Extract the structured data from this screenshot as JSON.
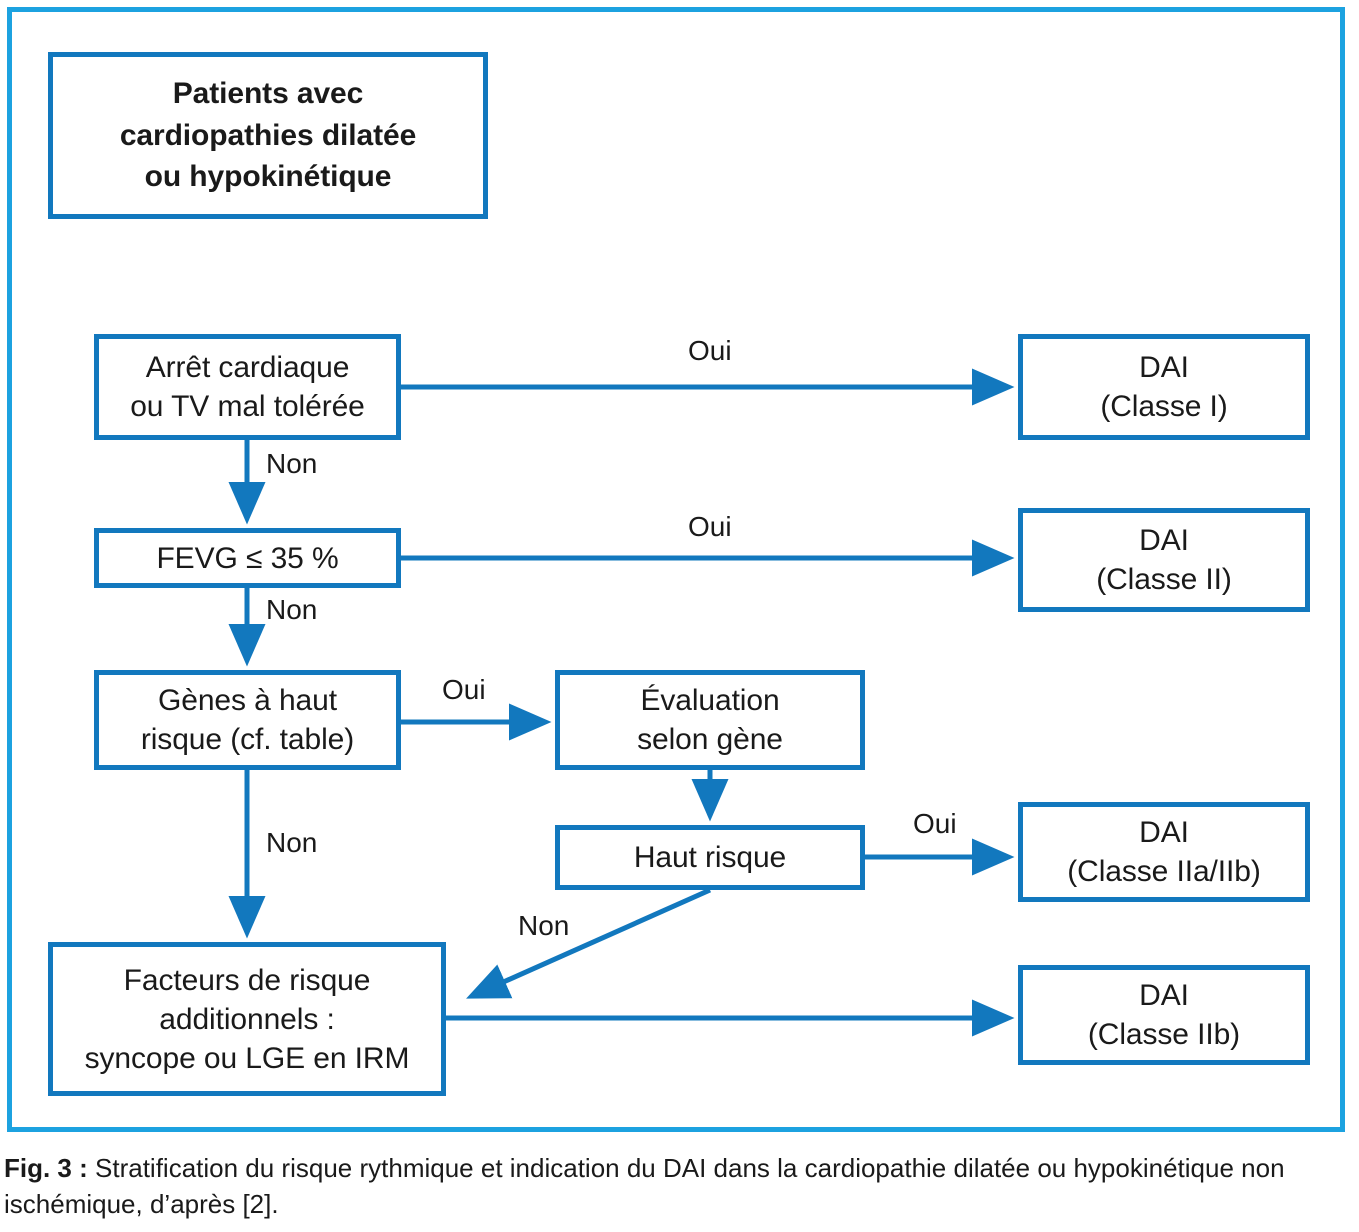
{
  "figure": {
    "caption_label": "Fig. 3 :",
    "caption_text": " Stratification du risque rythmique et indication du DAI dans la cardiopathie dilatée ou hypokinétique non ischémique, d’après [2].",
    "frame_color": "#1CA2E0",
    "box_border_color": "#1278BE",
    "connector_color": "#1278BE",
    "text_color": "#1a1a1a"
  },
  "nodes": {
    "start": "Patients avec\ncardiopathies dilatée\nou hypokinétique",
    "arrest": "Arrêt cardiaque\nou TV mal tolérée",
    "fevg": "FEVG ≤ 35 %",
    "genes": "Gènes à haut\nrisque (cf. table)",
    "factors": "Facteurs de risque\nadditionnels :\nsyncope ou LGE en IRM",
    "evaluation": "Évaluation\nselon gène",
    "haut_risque": "Haut risque",
    "dai_classe_1": "DAI\n(Classe I)",
    "dai_classe_2": "DAI\n(Classe II)",
    "dai_classe_2a2b": "DAI\n(Classe IIa/IIb)",
    "dai_classe_2b": "DAI\n(Classe IIb)"
  },
  "edges": {
    "oui_arrest": "Oui",
    "non_arrest": "Non",
    "oui_fevg": "Oui",
    "non_fevg": "Non",
    "oui_genes": "Oui",
    "non_genes": "Non",
    "oui_haut_risque": "Oui",
    "non_haut_risque": "Non"
  }
}
